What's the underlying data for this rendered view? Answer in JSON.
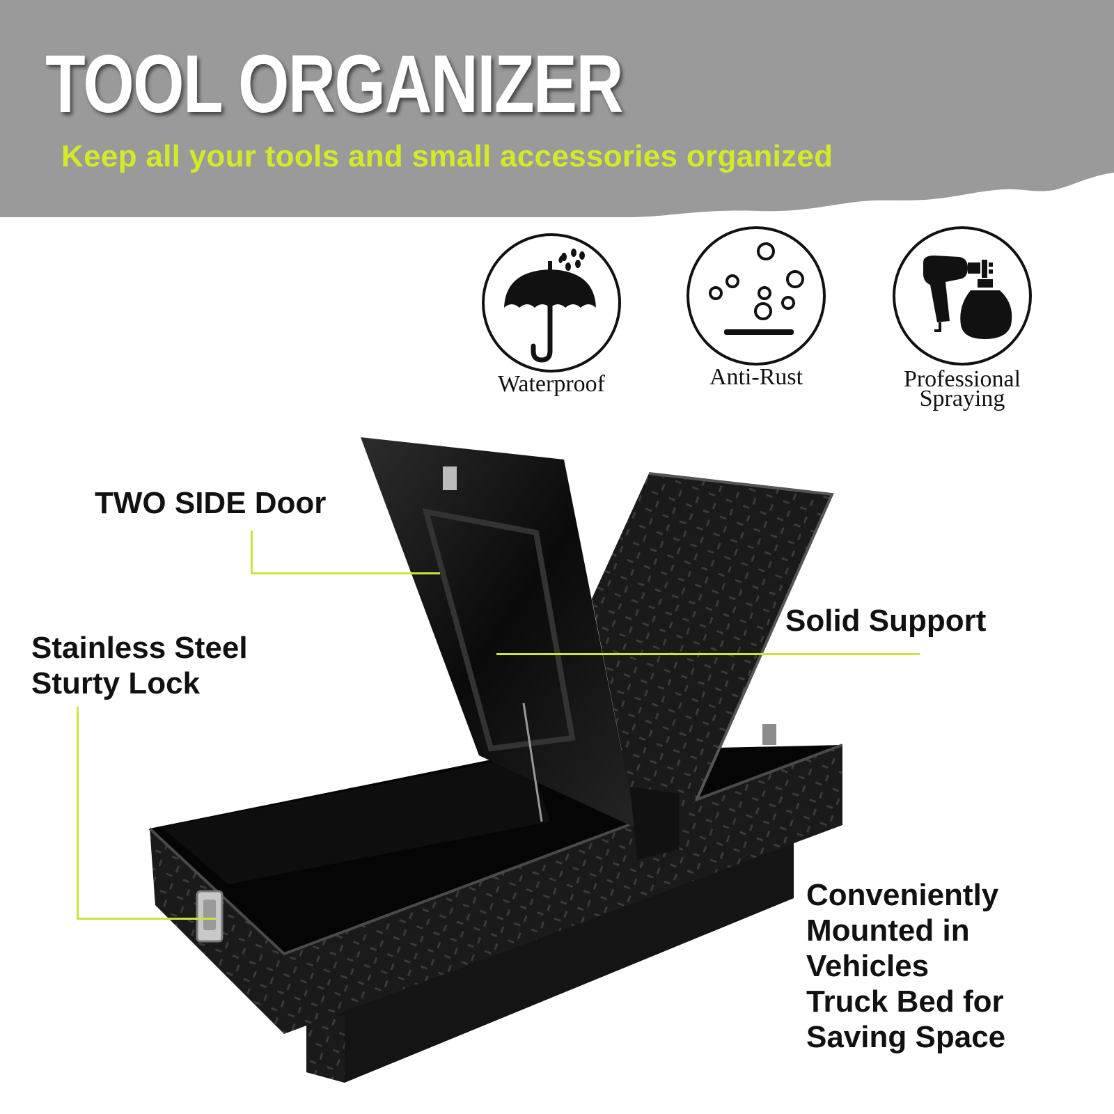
{
  "header": {
    "title": "TOOL ORGANIZER",
    "subtitle": "Keep all your tools and small accessories organized"
  },
  "features": [
    {
      "label": "Waterproof",
      "icon": "umbrella-icon"
    },
    {
      "label": "Anti-Rust",
      "icon": "bubbles-icon"
    },
    {
      "label_line1": "Professional",
      "label_line2": "Spraying",
      "icon": "spray-gun-icon"
    }
  ],
  "callouts": {
    "two_side_door": "TWO SIDE Door",
    "lock_line1": "Stainless Steel",
    "lock_line2": "Sturty Lock",
    "solid_support": "Solid Support",
    "mounted": [
      "Conveniently",
      "Mounted in",
      "Vehicles",
      "Truck Bed for",
      "Saving Space"
    ]
  },
  "colors": {
    "banner": "#9a9a9a",
    "accent": "#cde53a",
    "text": "#111111"
  }
}
